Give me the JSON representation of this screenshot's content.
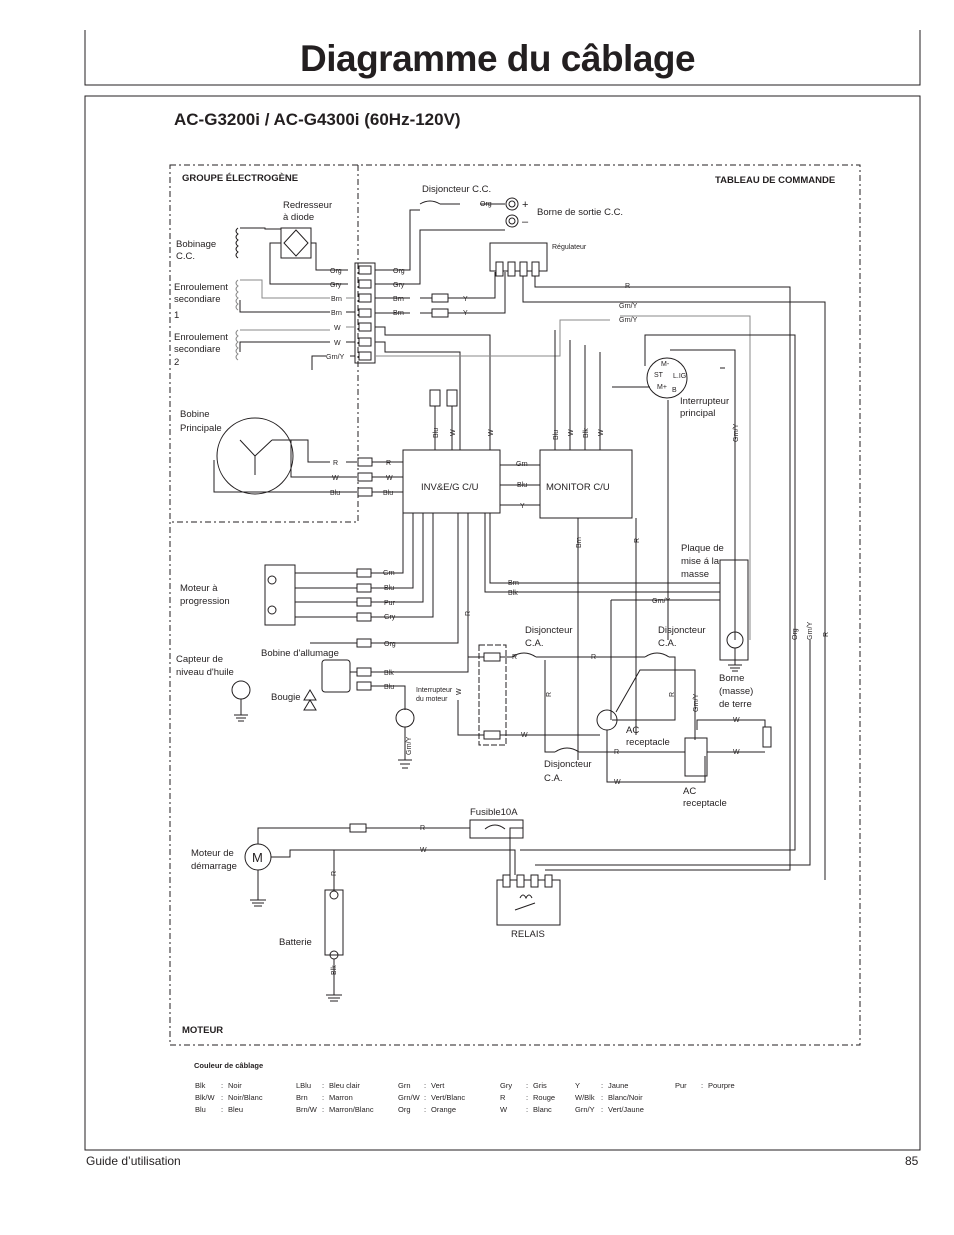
{
  "header": {
    "title": "Diagramme du câblage"
  },
  "model": "AC-G3200i / AC-G4300i (60Hz-120V)",
  "sections": {
    "groupe": "GROUPE ÉLECTROGÈNE",
    "tableau": "TABLEAU DE COMMANDE",
    "moteur": "MOTEUR"
  },
  "components": {
    "disjoncteur_cc": "Disjoncteur C.C.",
    "redresseur_1": "Redresseur",
    "redresseur_2": "à diode",
    "borne_sortie_cc": "Borne de sortie C.C.",
    "plus": "+",
    "minus": "–",
    "regulateur": "Régulateur",
    "bobinage_1": "Bobinage",
    "bobinage_2": "C.C.",
    "enr1_1": "Enroulement",
    "enr1_2": "secondiare",
    "enr1_3": "1",
    "enr2_1": "Enroulement",
    "enr2_2": "secondiare",
    "enr2_3": "2",
    "bobine_1": "Bobine",
    "bobine_2": "Principale",
    "inv": "INV&E/G C/U",
    "monitor": "MONITOR C/U",
    "switch_m_minus": "M-",
    "switch_st": "ST",
    "switch_lig": "L.IG",
    "switch_m_plus": "M+",
    "switch_b": "B",
    "interrupteur_1": "Interrupteur",
    "interrupteur_2": "principal",
    "plaque_1": "Plaque de",
    "plaque_2": "mise á la",
    "plaque_3": "masse",
    "moteur_prog_1": "Moteur à",
    "moteur_prog_2": "progression",
    "capteur_1": "Capteur de",
    "capteur_2": "niveau d'huile",
    "bobine_allumage": "Bobine d'allumage",
    "bougie": "Bougie",
    "int_moteur_1": "Interrupteur",
    "int_moteur_2": "du moteur",
    "disj_ca_a_1": "Disjoncteur",
    "disj_ca_a_2": "C.A.",
    "disj_ca_b_1": "Disjoncteur",
    "disj_ca_b_2": "C.A.",
    "disj_ca_c_1": "Disjoncteur",
    "disj_ca_c_2": "C.A.",
    "borne_1": "Borne",
    "borne_2": "(masse)",
    "borne_3": "de terre",
    "ac_rec_a_1": "AC",
    "ac_rec_a_2": "receptacle",
    "ac_rec_b_1": "AC",
    "ac_rec_b_2": "receptacle",
    "fusible": "Fusible10A",
    "moteur_dem_1": "Moteur de",
    "moteur_dem_2": "démarrage",
    "motor_m": "M",
    "batterie": "Batterie",
    "relais": "RELAIS"
  },
  "wire_labels": {
    "org_dc": "Org",
    "org_l": "Org",
    "gry_l": "Gry",
    "brn1_l": "Brn",
    "brn2_l": "Brn",
    "w1_l": "W",
    "w2_l": "W",
    "grny_l": "Grn/Y",
    "org_r": "Org",
    "gry_r": "Gry",
    "brn1_r": "Brn",
    "brn2_r": "Brn",
    "y1": "Y",
    "y2": "Y",
    "r_reg": "R",
    "grny_a": "Grn/Y",
    "grny_b": "Grn/Y",
    "grny_sw": "Grn/Y",
    "r_bp_l": "R",
    "w_bp_l": "W",
    "blu_bp_l": "Blu",
    "r_bp_r": "R",
    "w_bp_r": "W",
    "blu_bp_r": "Blu",
    "blu_v1": "Blu",
    "w_v1": "W",
    "w_v2": "W",
    "blu_v2": "Blu",
    "w_v3": "W",
    "blk_v": "Blk",
    "w_v4": "W",
    "grn_mon": "Grn",
    "blu_mon": "Blu",
    "y_mon": "Y",
    "brn_mon": "Brn",
    "r_mon": "R",
    "grn_mp": "Grn",
    "blu_mp": "Blu",
    "pur_mp": "Pur",
    "gry_mp": "Gry",
    "org_ig": "Org",
    "blk_ig": "Blk",
    "blu_ig": "Blu",
    "brn_h": "Brn",
    "blk_h": "Blk",
    "r_v5": "R",
    "w_v5": "W",
    "grny_gnd": "Grn/Y",
    "grny_im": "Grn/Y",
    "r_ca1": "R",
    "r_ca2": "R",
    "r_ca3": "R",
    "r_ca4": "R",
    "r_ca5": "R",
    "w_ca1": "W",
    "w_ca2": "W",
    "w_ca3": "W",
    "w_ca4": "W",
    "grny_rec": "Grn/Y",
    "org_pl": "Org",
    "grny_pl": "Grn/Y",
    "r_pl": "R",
    "r_st": "R",
    "w_st": "W",
    "r_bat": "R",
    "blk_bat": "Blk"
  },
  "legend": {
    "title": "Couleur de câblage",
    "entries": [
      {
        "code": "Blk",
        "name": "Noir"
      },
      {
        "code": "Blk/W",
        "name": "Noir/Blanc"
      },
      {
        "code": "Blu",
        "name": "Bleu"
      },
      {
        "code": "LBlu",
        "name": "Bleu clair"
      },
      {
        "code": "Brn",
        "name": "Marron"
      },
      {
        "code": "Brn/W",
        "name": "Marron/Blanc"
      },
      {
        "code": "Grn",
        "name": "Vert"
      },
      {
        "code": "Grn/W",
        "name": "Vert/Blanc"
      },
      {
        "code": "Org",
        "name": "Orange"
      },
      {
        "code": "Gry",
        "name": "Gris"
      },
      {
        "code": "R",
        "name": "Rouge"
      },
      {
        "code": "W",
        "name": "Blanc"
      },
      {
        "code": "Y",
        "name": "Jaune"
      },
      {
        "code": "W/Blk",
        "name": "Blanc/Noir"
      },
      {
        "code": "Grn/Y",
        "name": "Vert/Jaune"
      },
      {
        "code": "Pur",
        "name": "Pourpre"
      }
    ]
  },
  "footer": {
    "guide": "Guide d’utilisation",
    "page": "85"
  }
}
